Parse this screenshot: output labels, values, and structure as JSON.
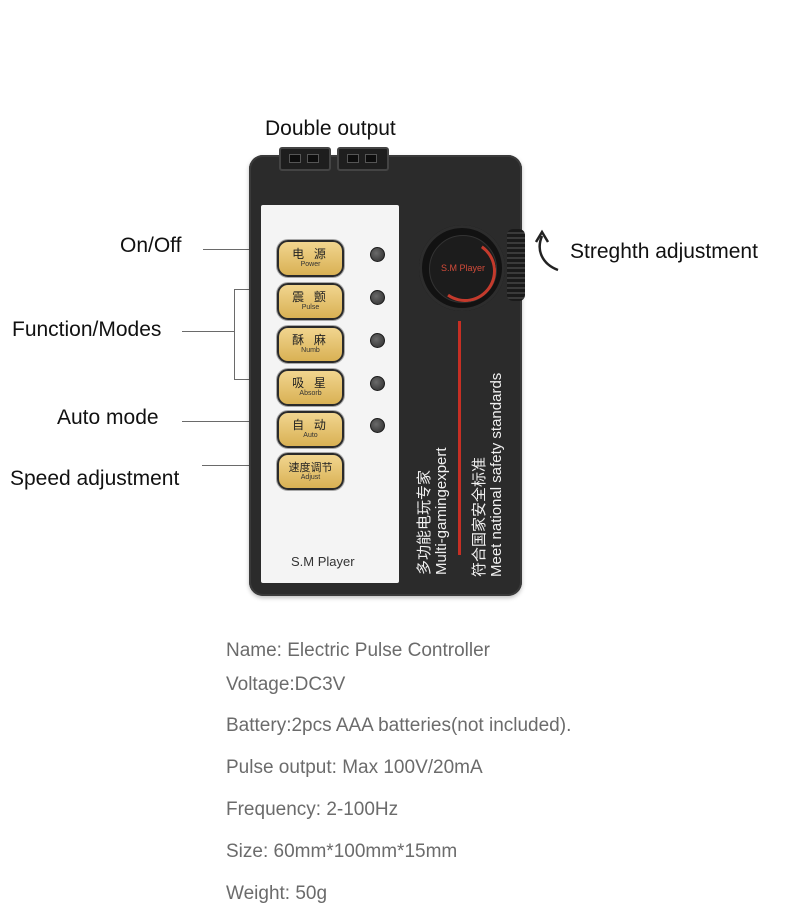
{
  "callouts": {
    "double_output": "Double output",
    "on_off": "On/Off",
    "function_modes": "Function/Modes",
    "auto_mode": "Auto mode",
    "speed_adjustment": "Speed adjustment",
    "strength_adjustment": "Streghth adjustment"
  },
  "device": {
    "buttons": [
      {
        "cn": "电 源",
        "en": "Power"
      },
      {
        "cn": "震 颤",
        "en": "Pulse"
      },
      {
        "cn": "酥 麻",
        "en": "Numb"
      },
      {
        "cn": "吸 星",
        "en": "Absorb"
      },
      {
        "cn": "自 动",
        "en": "Auto"
      },
      {
        "cn": "速度调节",
        "en": "Adjust"
      }
    ],
    "brand": "S.M Player",
    "knob_label": "S.M Player",
    "vertical_cn_1": "多功能电玩专家",
    "vertical_en_1": "Multi-gamingexpert",
    "vertical_cn_2": "符合国家安全标准",
    "vertical_en_2": "Meet national safety standards",
    "accent_color": "#c62f24",
    "button_color": "#e3c26e"
  },
  "specs": [
    "Name: Electric Pulse Controller",
    "Voltage:DC3V",
    "Battery:2pcs AAA batteries(not included).",
    "Pulse output: Max 100V/20mA",
    "Frequency: 2-100Hz",
    "Size: 60mm*100mm*15mm",
    "Weight: 50g"
  ]
}
